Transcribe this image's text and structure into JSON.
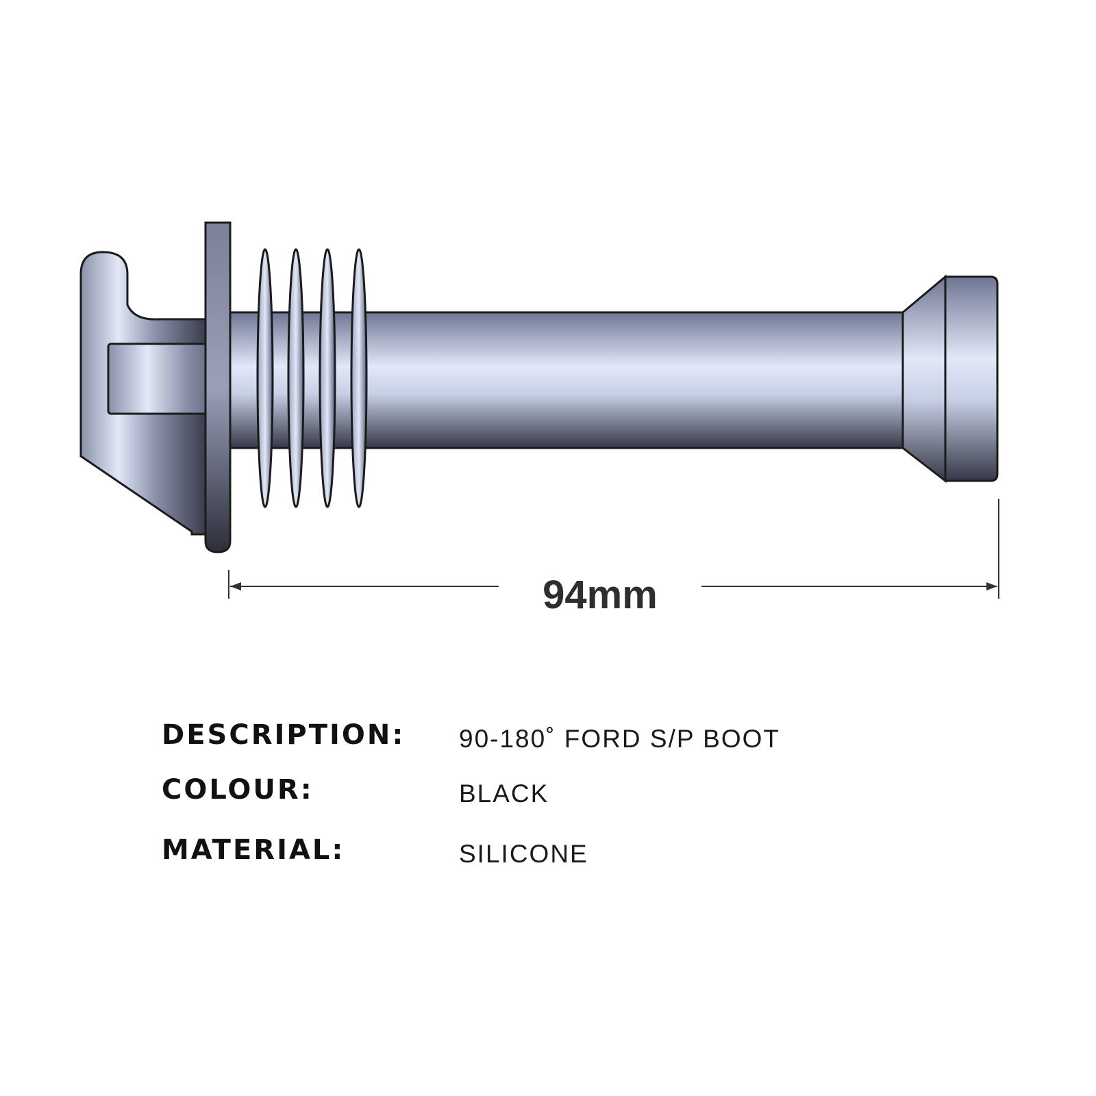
{
  "dimension": {
    "length_label": "94mm"
  },
  "specs": [
    {
      "label": "DESCRIPTION:",
      "value": "90-180˚ FORD S/P BOOT"
    },
    {
      "label": "COLOUR:",
      "value": "BLACK"
    },
    {
      "label": "MATERIAL:",
      "value": "SILICONE"
    }
  ],
  "colors": {
    "body_light": "#e2e8f7",
    "body_dark": "#3a3d4c",
    "outline": "#1b1b1b",
    "dimension_line": "#333333"
  },
  "icon": "spark-plug-boot-illustration"
}
